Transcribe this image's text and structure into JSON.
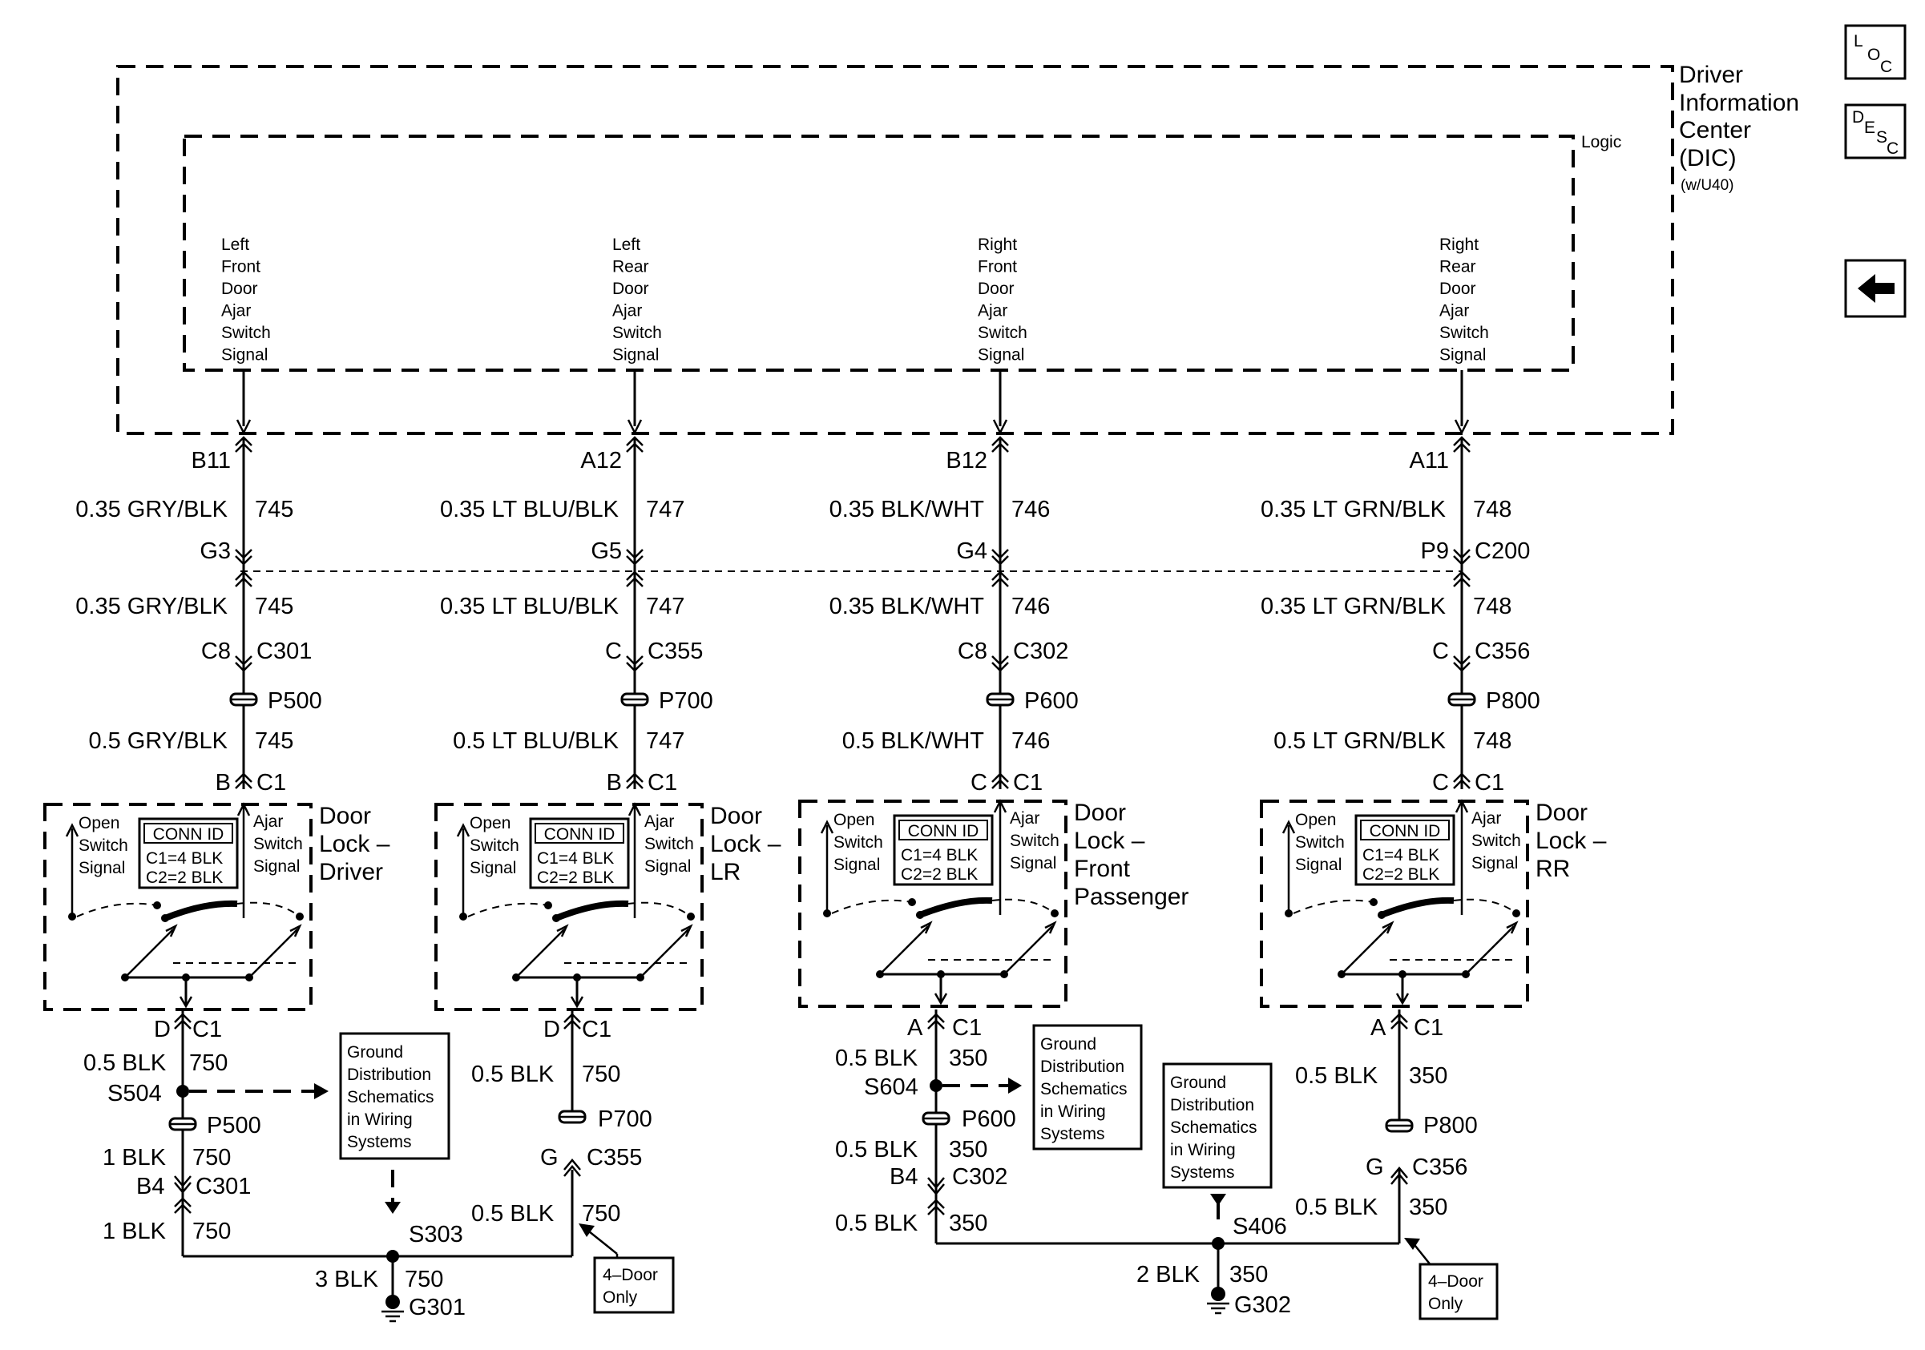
{
  "icons": {
    "loc": {
      "a": "L",
      "b": "O",
      "c": "C"
    },
    "desc": {
      "a": "D",
      "b": "E",
      "c": "S",
      "d": "C"
    },
    "back_icon": "arrow-left-icon"
  },
  "dic": {
    "title": [
      "Driver",
      "Information",
      "Center",
      "(DIC)"
    ],
    "option": "(w/U40)",
    "logic": "Logic",
    "signals": [
      [
        "Left",
        "Front",
        "Door",
        "Ajar",
        "Switch",
        "Signal"
      ],
      [
        "Left",
        "Rear",
        "Door",
        "Ajar",
        "Switch",
        "Signal"
      ],
      [
        "Right",
        "Front",
        "Door",
        "Ajar",
        "Switch",
        "Signal"
      ],
      [
        "Right",
        "Rear",
        "Door",
        "Ajar",
        "Switch",
        "Signal"
      ]
    ]
  },
  "circuits": [
    {
      "pin_top": "B11",
      "wire1": "0.35 GRY/BLK",
      "ckt": "745",
      "pin_c200": "G3",
      "wire2": "0.35 GRY/BLK",
      "pin_conn": "C8",
      "conn": "C301",
      "splice": "P500",
      "wire3": "0.5 GRY/BLK",
      "pin_c1": "B",
      "c1": "C1",
      "switch_title": [
        "Door",
        "Lock –",
        "Driver"
      ]
    },
    {
      "pin_top": "A12",
      "wire1": "0.35 LT BLU/BLK",
      "ckt": "747",
      "pin_c200": "G5",
      "wire2": "0.35 LT BLU/BLK",
      "pin_conn": "C",
      "conn": "C355",
      "splice": "P700",
      "wire3": "0.5 LT BLU/BLK",
      "pin_c1": "B",
      "c1": "C1",
      "switch_title": [
        "Door",
        "Lock –",
        "LR"
      ]
    },
    {
      "pin_top": "B12",
      "wire1": "0.35 BLK/WHT",
      "ckt": "746",
      "pin_c200": "G4",
      "wire2": "0.35 BLK/WHT",
      "pin_conn": "C8",
      "conn": "C302",
      "splice": "P600",
      "wire3": "0.5 BLK/WHT",
      "pin_c1": "C",
      "c1": "C1",
      "switch_title": [
        "Door",
        "Lock –",
        "Front",
        "Passenger"
      ]
    },
    {
      "pin_top": "A11",
      "wire1": "0.35 LT GRN/BLK",
      "ckt": "748",
      "pin_c200": "P9",
      "c200": "C200",
      "wire2": "0.35 LT GRN/BLK",
      "pin_conn": "C",
      "conn": "C356",
      "splice": "P800",
      "wire3": "0.5 LT GRN/BLK",
      "pin_c1": "C",
      "c1": "C1",
      "switch_title": [
        "Door",
        "Lock –",
        "RR"
      ]
    }
  ],
  "switch": {
    "open": [
      "Open",
      "Switch",
      "Signal"
    ],
    "ajar": [
      "Ajar",
      "Switch",
      "Signal"
    ],
    "conn_id": "CONN ID",
    "c1": "C1=4 BLK",
    "c2": "C2=2 BLK"
  },
  "ground_left": {
    "sw1": {
      "pin": "D",
      "conn": "C1",
      "wire": "0.5 BLK",
      "ckt": "750",
      "splice": "S504",
      "inline": "P500",
      "wire2": "1 BLK",
      "ckt2": "750",
      "pin2": "B4",
      "conn2": "C301",
      "wire3": "1 BLK",
      "ckt3": "750"
    },
    "sw2": {
      "pin": "D",
      "conn": "C1",
      "wire": "0.5 BLK",
      "ckt": "750",
      "inline": "P700",
      "pin2": "G",
      "conn2": "C355",
      "wire3": "0.5 BLK",
      "ckt3": "750"
    },
    "gds": [
      "Ground",
      "Distribution",
      "Schematics",
      "in Wiring",
      "Systems"
    ],
    "splice": "S303",
    "wire": "3 BLK",
    "ckt": "750",
    "ground": "G301",
    "four_door": [
      "4–Door",
      "Only"
    ]
  },
  "ground_right": {
    "sw3": {
      "pin": "A",
      "conn": "C1",
      "wire": "0.5 BLK",
      "ckt": "350",
      "splice": "S604",
      "inline": "P600",
      "wire2": "0.5 BLK",
      "ckt2": "350",
      "pin2": "B4",
      "conn2": "C302",
      "wire3": "0.5 BLK",
      "ckt3": "350"
    },
    "sw4": {
      "pin": "A",
      "conn": "C1",
      "wire": "0.5 BLK",
      "ckt": "350",
      "inline": "P800",
      "pin2": "G",
      "conn2": "C356",
      "wire3": "0.5 BLK",
      "ckt3": "350"
    },
    "gds_a": [
      "Ground",
      "Distribution",
      "Schematics",
      "in Wiring",
      "Systems"
    ],
    "gds_b": [
      "Ground",
      "Distribution",
      "Schematics",
      "in Wiring",
      "Systems"
    ],
    "splice": "S406",
    "wire": "2 BLK",
    "ckt": "350",
    "ground": "G302",
    "four_door": [
      "4–Door",
      "Only"
    ]
  }
}
